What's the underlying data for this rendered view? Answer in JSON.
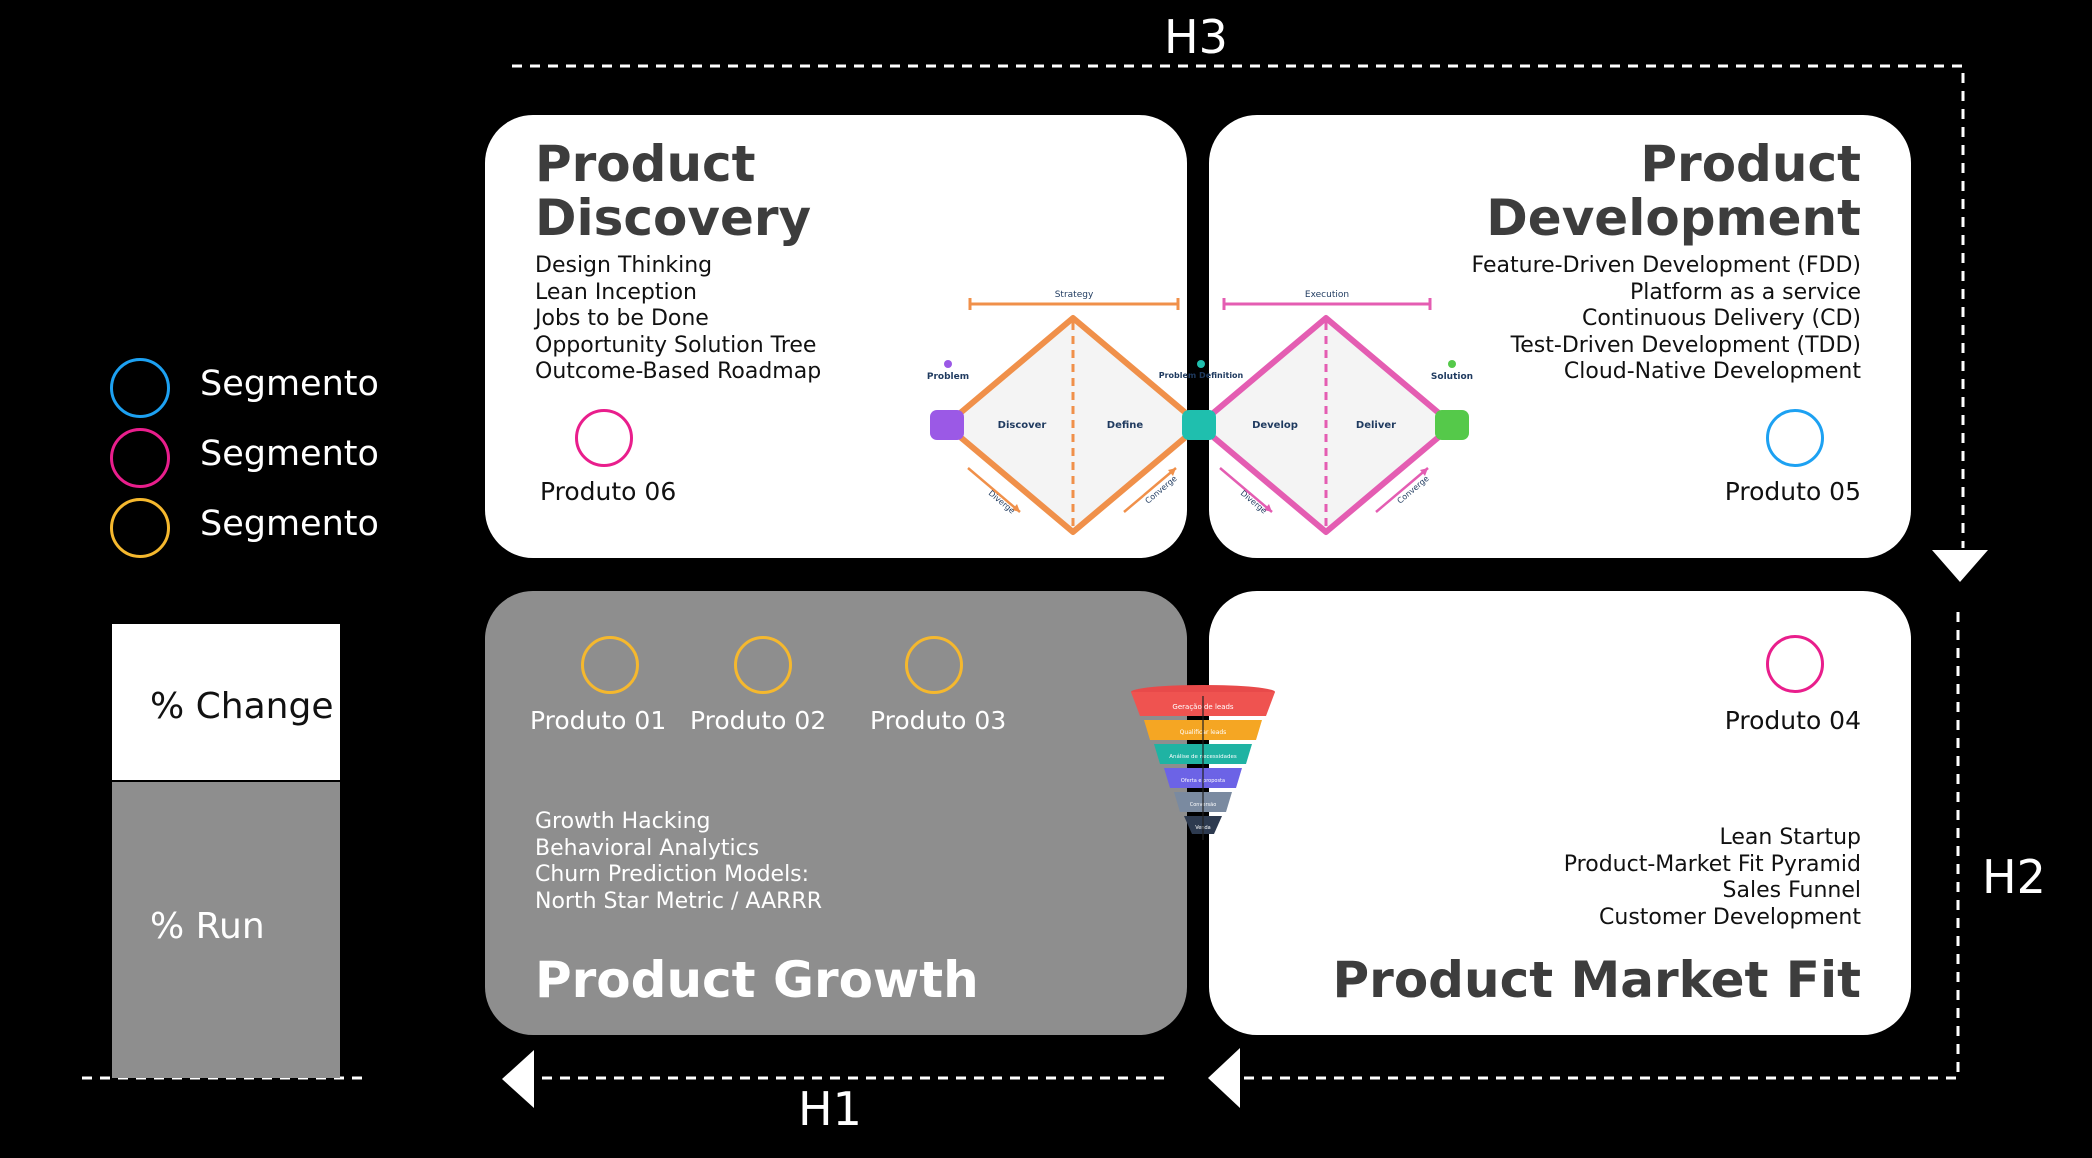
{
  "horizons": {
    "h1": "H1",
    "h2": "H2",
    "h3": "H3"
  },
  "legend": [
    {
      "label": "Segmento",
      "color": "#1da1f2"
    },
    {
      "label": "Segmento",
      "color": "#e91e8c"
    },
    {
      "label": "Segmento",
      "color": "#f5b82e"
    }
  ],
  "change_run_bar": {
    "change_label": "% Change",
    "run_label": "% Run"
  },
  "quadrants": {
    "discovery": {
      "title_line1": "Product",
      "title_line2": "Discovery",
      "methods": [
        "Design Thinking",
        "Lean Inception",
        "Jobs to be Done",
        "Opportunity Solution Tree",
        "Outcome-Based Roadmap"
      ],
      "product": "Produto 06",
      "product_color": "#e91e8c"
    },
    "development": {
      "title_line1": "Product",
      "title_line2": "Development",
      "methods": [
        "Feature-Driven Development (FDD)",
        "Platform as a service",
        "Continuous Delivery (CD)",
        "Test-Driven Development (TDD)",
        "Cloud-Native Development"
      ],
      "product": "Produto 05",
      "product_color": "#1da1f2"
    },
    "growth": {
      "title": "Product Growth",
      "methods": [
        "Growth Hacking",
        "Behavioral Analytics",
        "Churn Prediction Models:",
        "North Star Metric / AARRR"
      ],
      "products": [
        "Produto 01",
        "Produto 02",
        "Produto 03"
      ],
      "product_color": "#f5b82e"
    },
    "market_fit": {
      "title": "Product Market Fit",
      "methods": [
        "Lean Startup",
        "Product-Market Fit Pyramid",
        "Sales Funnel",
        "Customer Development"
      ],
      "product": "Produto 04",
      "product_color": "#e91e8c"
    }
  },
  "double_diamond": {
    "strategy": "Strategy",
    "execution": "Execution",
    "problem": "Problem",
    "problem_definition": "Problem Definition",
    "solution": "Solution",
    "discover": "Discover",
    "define": "Define",
    "develop": "Develop",
    "deliver": "Deliver",
    "diverge": "Diverge",
    "converge": "Converge"
  },
  "funnel": {
    "stages": [
      "Geração de leads",
      "Qualificar leads",
      "Análise de necessidades",
      "Oferta e proposta",
      "Conversão",
      "Venda"
    ]
  }
}
